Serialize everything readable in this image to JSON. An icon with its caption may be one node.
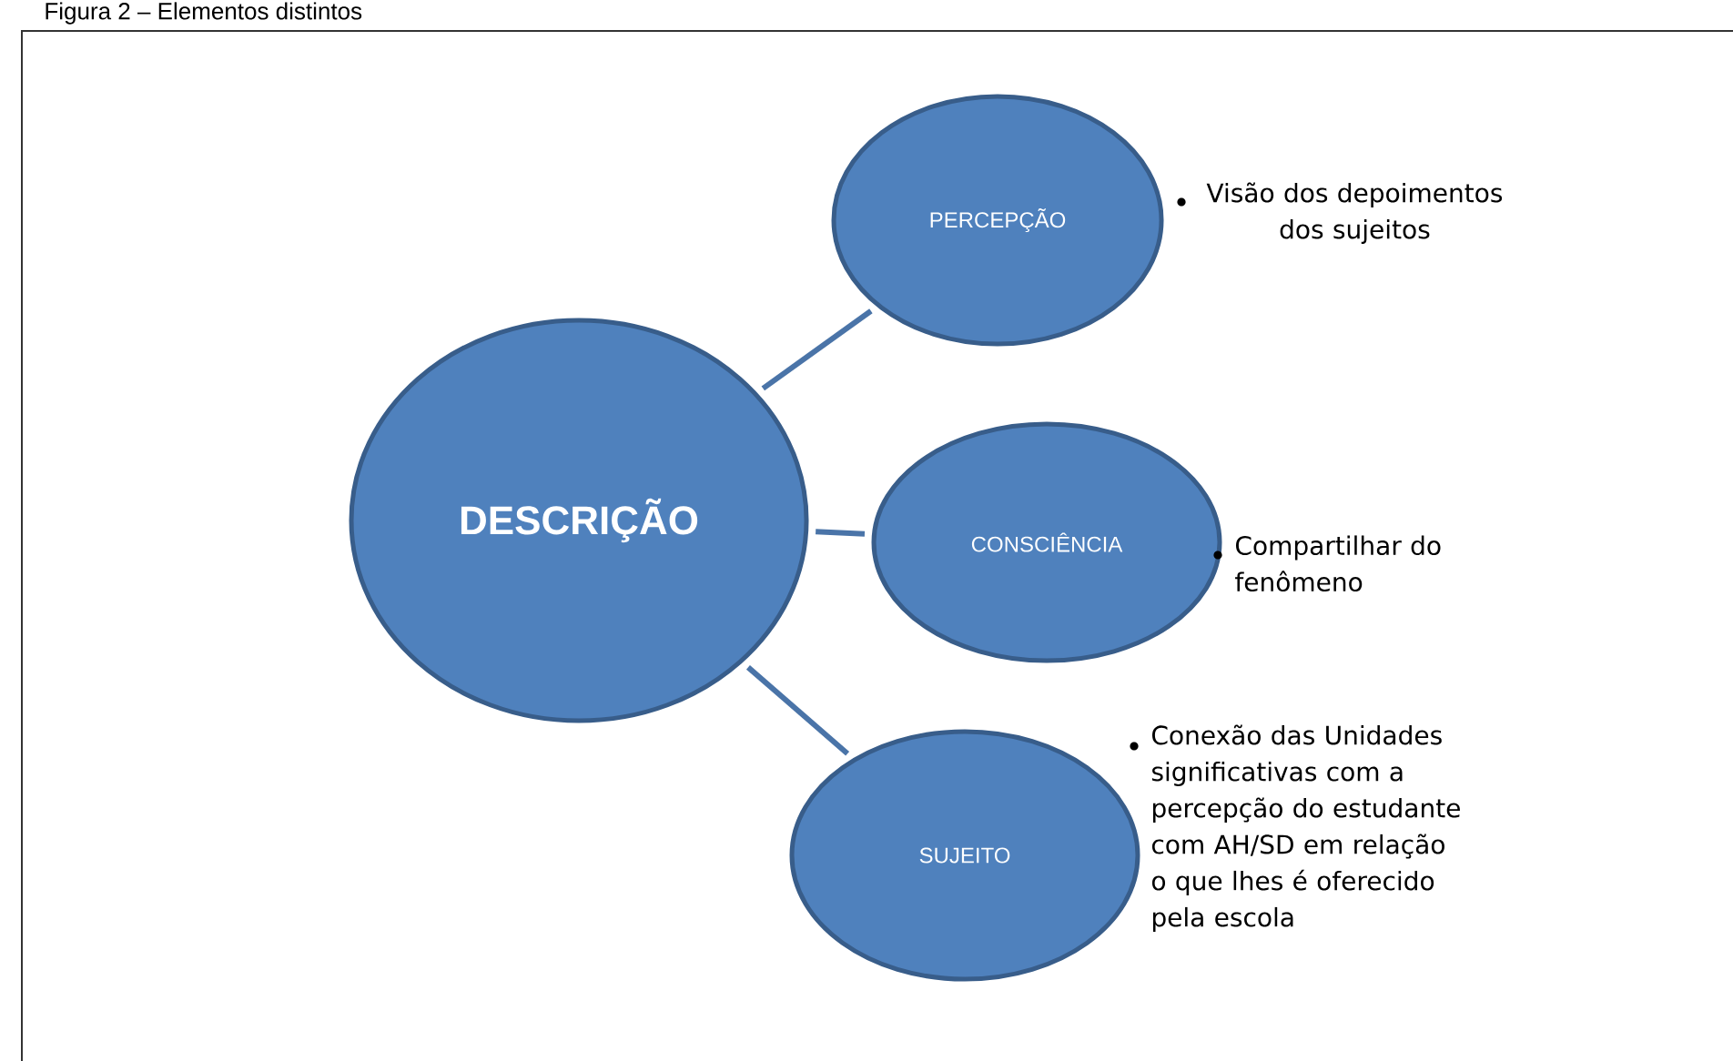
{
  "diagram": {
    "title": "Figura 2 – Elementos distintos",
    "nodes": [
      {
        "text": [
          "DESCRIÇÃO"
        ]
      },
      {
        "text": [
          "PERCEPÇÃO"
        ],
        "beside": [
          "Visão dos depoimentos dos sujeitos"
        ]
      },
      {
        "text": [
          "CONSCIÊNCIA"
        ],
        "beside": [
          "Compartilhar do fenômeno"
        ]
      },
      {
        "text": [
          "SUJEITO"
        ],
        "beside": [
          "Conexão das Unidades significativas com a percepção do estudante com AH/SD em relação o que lhes é oferecido pela escola"
        ]
      }
    ],
    "edges": [
      {
        "from": 0,
        "to": 1,
        "arrow": "none"
      },
      {
        "from": 0,
        "to": 2,
        "arrow": "none"
      },
      {
        "from": 0,
        "to": 3,
        "arrow": "none"
      }
    ]
  }
}
